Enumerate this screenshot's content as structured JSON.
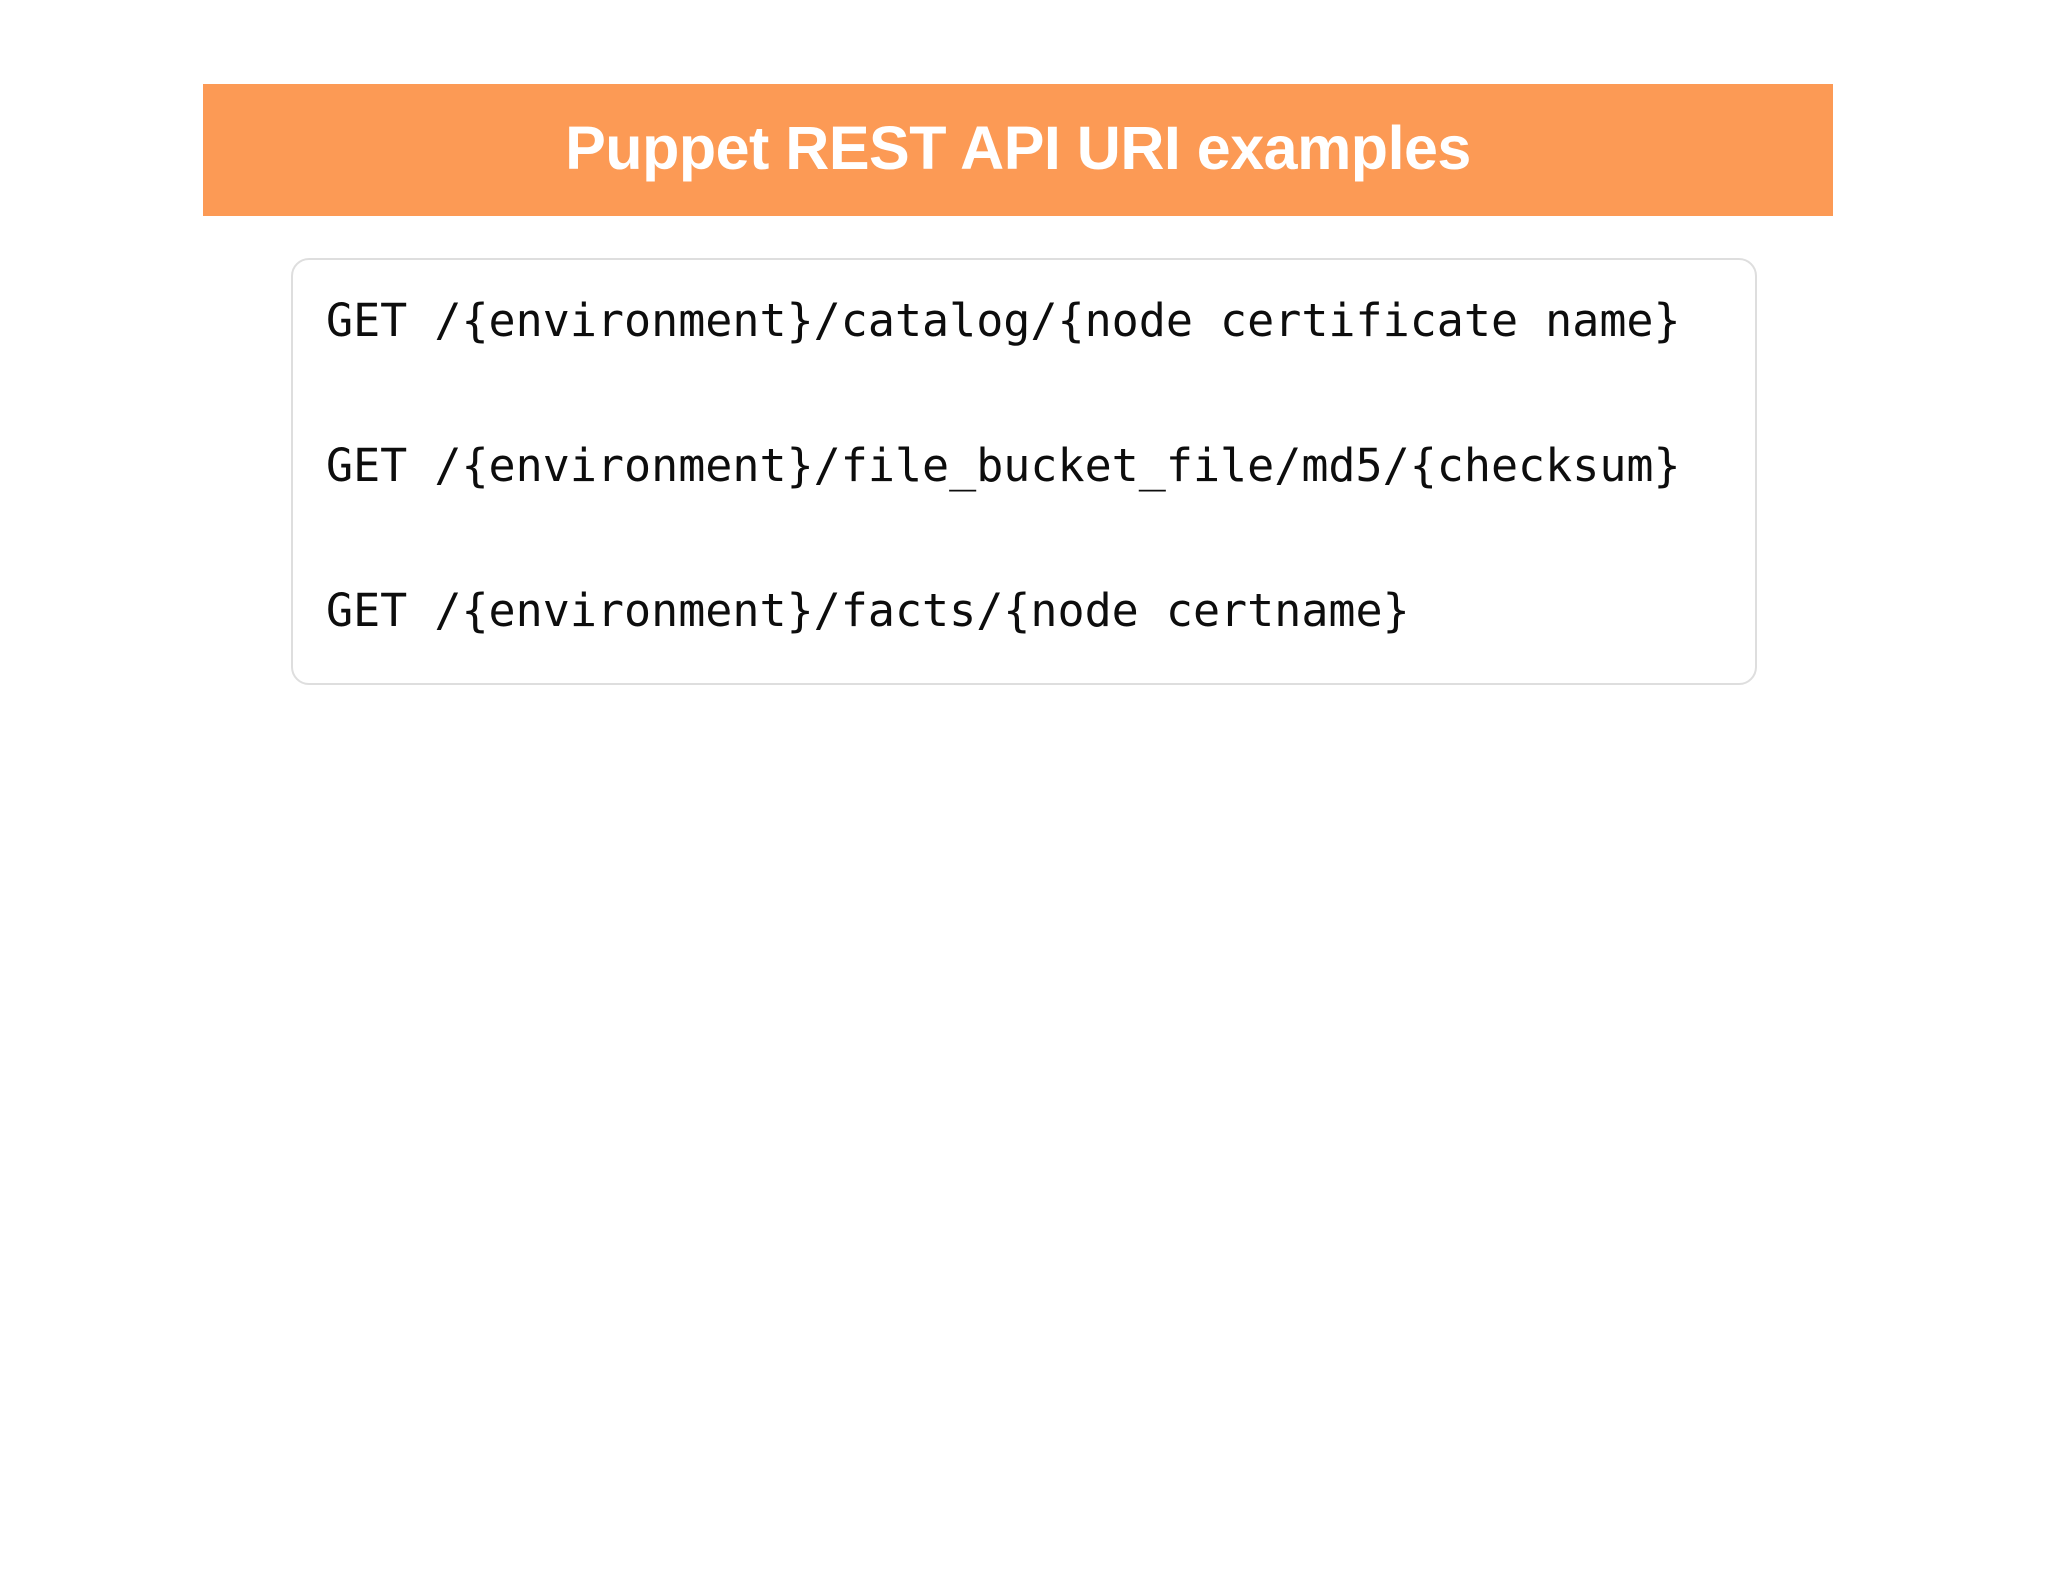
{
  "slide": {
    "background_color": "#ffffff",
    "title": {
      "text": "Puppet REST API URI examples",
      "background_color": "#fc9a55",
      "text_color": "#ffffff"
    },
    "code_card": {
      "border_color": "#dedede",
      "background_color": "#ffffff",
      "text_color": "#0d0d0d",
      "lines": [
        "GET /{environment}/catalog/{node certificate name}",
        "GET /{environment}/file_bucket_file/md5/{checksum}",
        "GET /{environment}/facts/{node certname}"
      ]
    }
  }
}
